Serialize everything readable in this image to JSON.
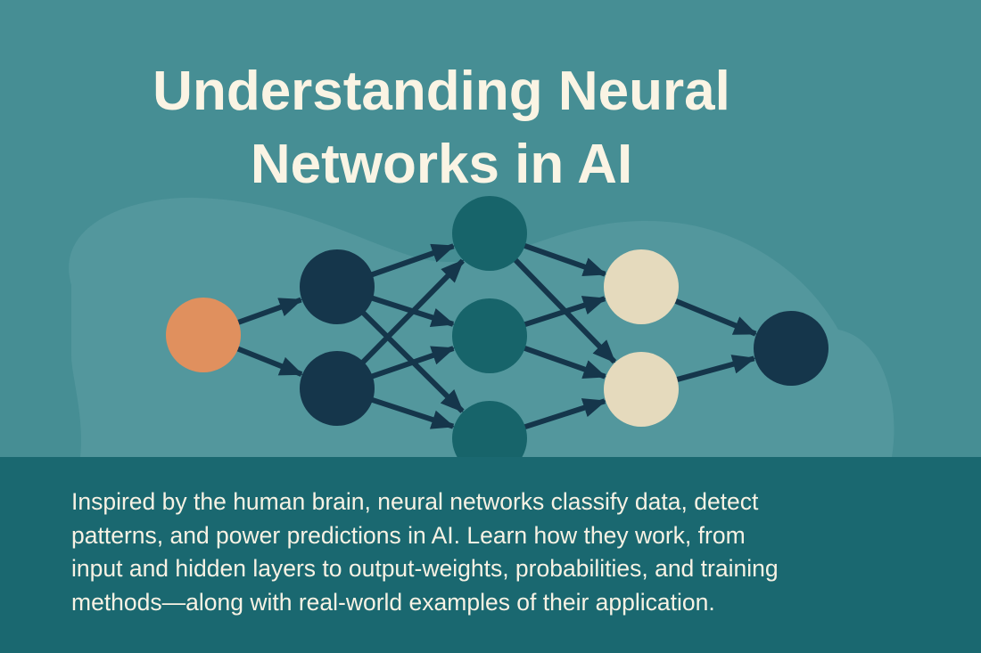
{
  "title": {
    "lines": [
      "Understanding Neural",
      "Networks in AI"
    ]
  },
  "description": {
    "lines": [
      "Inspired by the human brain, neural networks classify data, detect",
      "patterns, and power predictions in AI. Learn how they work, from",
      "input and hidden layers to output-weights, probabilities, and training",
      "methods—along with real-world examples of their application."
    ]
  },
  "colors": {
    "background": "#468e94",
    "blob": "#53979d",
    "band": "#1a6870",
    "title_text": "#faf4e4",
    "input_node": "#e0905e",
    "hidden1_node": "#15364b",
    "hidden2_node": "#17646a",
    "hidden3_node": "#e5dabd",
    "output_node": "#15364b",
    "edge": "#15364b"
  },
  "network": {
    "layers": [
      {
        "name": "input",
        "node_count": 1,
        "color_key": "input_node"
      },
      {
        "name": "hidden-1",
        "node_count": 2,
        "color_key": "hidden1_node"
      },
      {
        "name": "hidden-2",
        "node_count": 3,
        "color_key": "hidden2_node"
      },
      {
        "name": "hidden-3",
        "node_count": 2,
        "color_key": "hidden3_node"
      },
      {
        "name": "output",
        "node_count": 1,
        "color_key": "output_node"
      }
    ],
    "connections": [
      [
        0,
        0,
        1,
        0
      ],
      [
        0,
        0,
        1,
        1
      ],
      [
        1,
        0,
        2,
        0
      ],
      [
        1,
        0,
        2,
        1
      ],
      [
        1,
        0,
        2,
        2
      ],
      [
        1,
        1,
        2,
        0
      ],
      [
        1,
        1,
        2,
        1
      ],
      [
        1,
        1,
        2,
        2
      ],
      [
        2,
        0,
        3,
        0
      ],
      [
        2,
        0,
        3,
        1
      ],
      [
        2,
        1,
        3,
        0
      ],
      [
        2,
        1,
        3,
        1
      ],
      [
        2,
        2,
        3,
        1
      ],
      [
        3,
        0,
        4,
        0
      ],
      [
        3,
        1,
        4,
        0
      ]
    ]
  }
}
